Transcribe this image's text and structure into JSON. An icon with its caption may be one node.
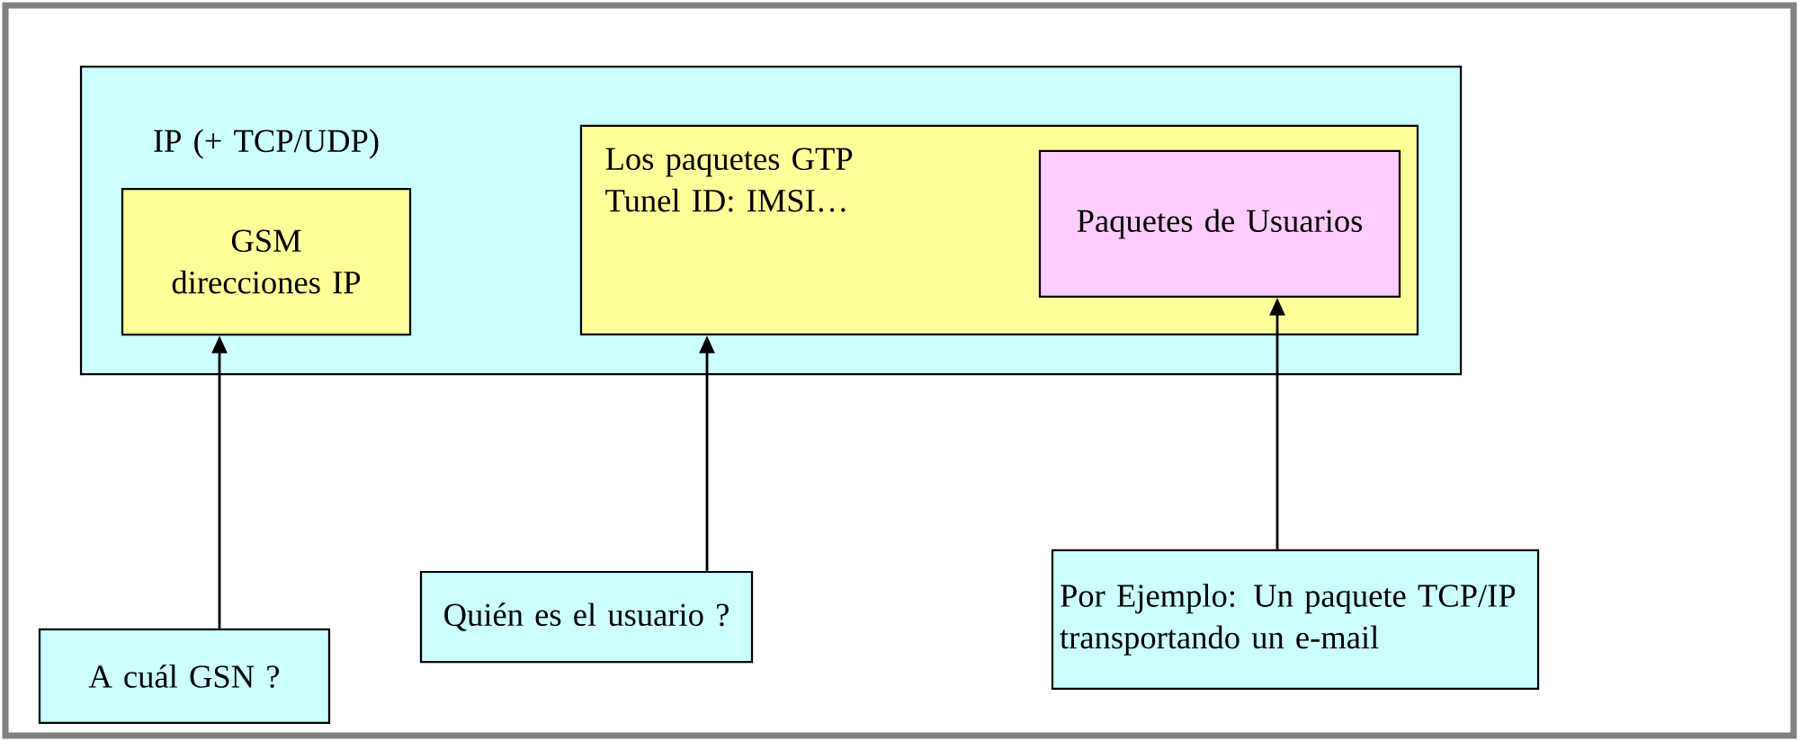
{
  "diagram": {
    "nodes": [
      {
        "text": [
          "IP (+ TCP/UDP)"
        ]
      },
      {
        "text": [
          "GSM direcciones IP"
        ],
        "in": 0
      },
      {
        "text": [
          "Los paquetes GTP Tunel ID: IMSI…"
        ],
        "in": 0
      },
      {
        "text": [
          "Paquetes de Usuarios"
        ],
        "in": 2
      },
      {
        "text": [
          "A cuál GSN ?"
        ]
      },
      {
        "text": [
          "Quién es el usuario ?"
        ]
      },
      {
        "text": [
          "Por Ejemplo: Un paquete TCP/IP transportando un e-mail"
        ]
      }
    ],
    "edges": [
      {
        "from": 4,
        "to": 1,
        "arrow": "to"
      },
      {
        "from": 5,
        "to": 2,
        "arrow": "to"
      },
      {
        "from": 6,
        "to": 3,
        "arrow": "to"
      }
    ]
  }
}
